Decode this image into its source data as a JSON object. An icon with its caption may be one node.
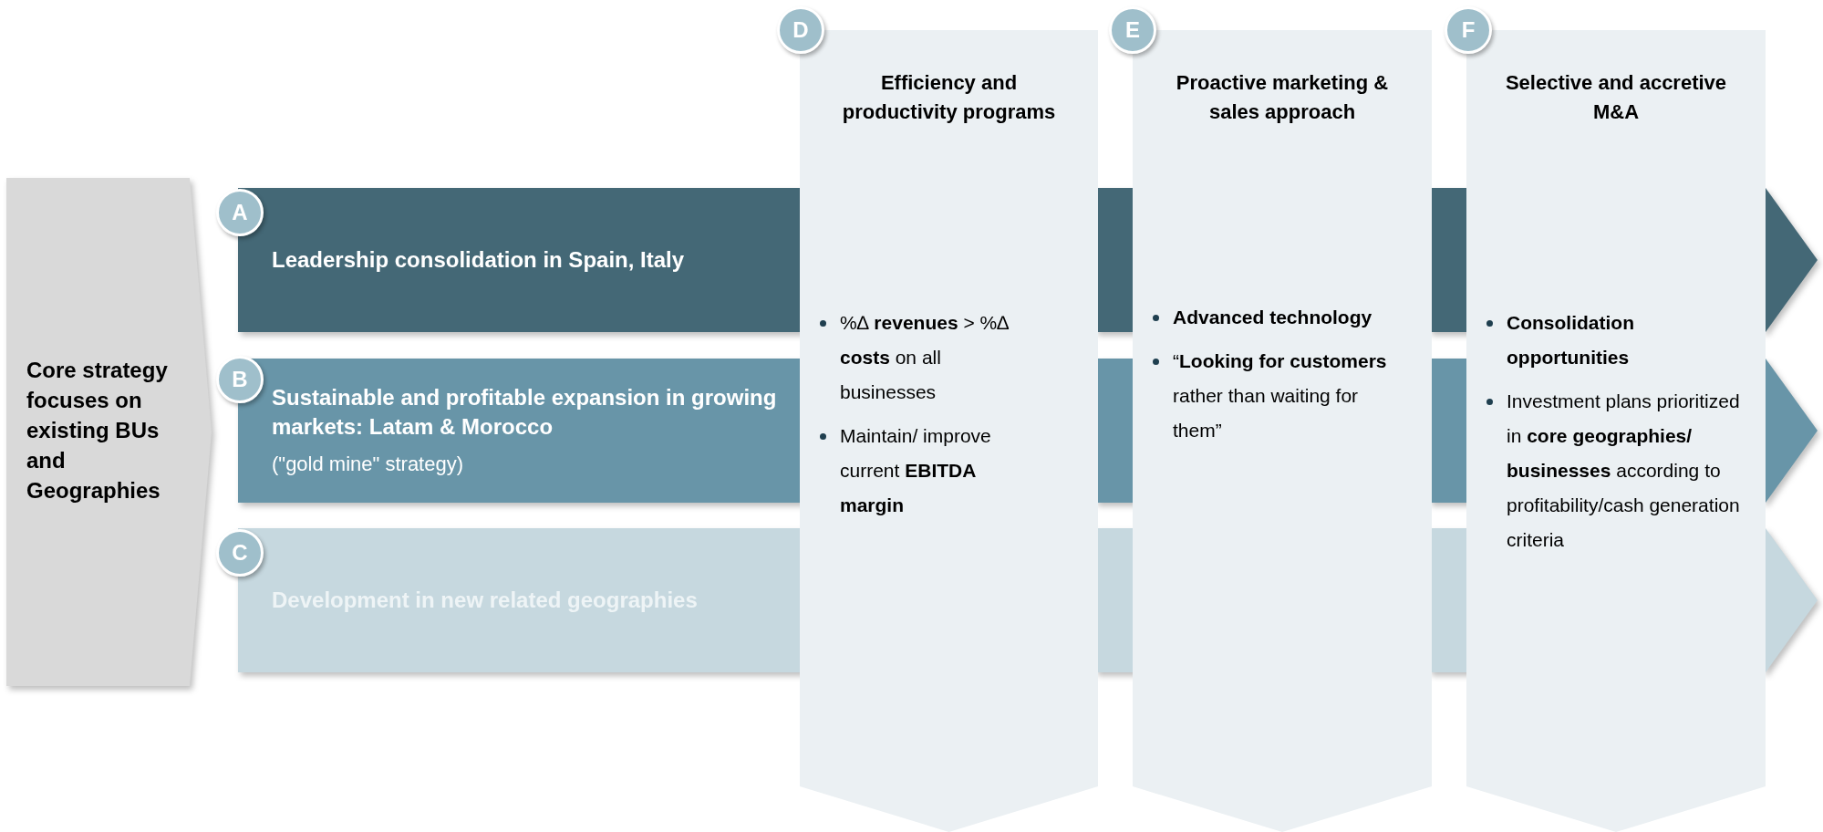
{
  "diagram": {
    "nodes": [
      {
        "text": [
          "Core strategy focuses on existing BUs and Geographies"
        ]
      },
      {
        "text": [
          "A"
        ]
      },
      {
        "text": [
          "Leadership consolidation in Spain, Italy"
        ]
      },
      {
        "text": [
          "B"
        ]
      },
      {
        "text": [
          "Sustainable and profitable expansion in growing markets: Latam & Morocco",
          "(\"gold mine\" strategy)"
        ]
      },
      {
        "text": [
          "C"
        ]
      },
      {
        "text": [
          "Development in new related geographies"
        ]
      },
      {
        "text": [
          "D"
        ]
      },
      {
        "text": [
          "Efficiency and productivity programs",
          "%∆ **revenues** > %∆ **costs** on all businesses",
          "Maintain/ improve current **EBITDA margin**"
        ]
      },
      {
        "text": [
          "E"
        ]
      },
      {
        "text": [
          "Proactive marketing & sales approach",
          "**Advanced technology**",
          "“**Looking for customers** rather than waiting for them”"
        ]
      },
      {
        "text": [
          "F"
        ]
      },
      {
        "text": [
          "Selective and accretive M&A",
          "**Consolidation opportunities**",
          "Investment plans prioritized in **core geographies/ businesses** according to profitability/cash generation criteria"
        ]
      }
    ]
  }
}
